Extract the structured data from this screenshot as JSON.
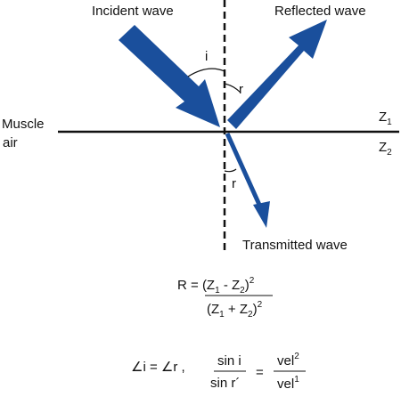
{
  "labels": {
    "incident": "Incident wave",
    "reflected": "Reflected wave",
    "transmitted": "Transmitted wave",
    "medium_top": "Muscle",
    "medium_bottom": "air",
    "z1": "Z",
    "z1_sub": "1",
    "z2": "Z",
    "z2_sub": "2",
    "angle_incident": "i",
    "angle_reflected": "r",
    "angle_refracted": "r"
  },
  "equation1": {
    "lhs": "R = ",
    "numerator": "(Z",
    "num_sub1": "1",
    "num_mid": " - Z",
    "num_sub2": "2",
    "num_close": ")",
    "num_exp": "2",
    "denominator": "(Z",
    "den_sub1": "1",
    "den_mid": " + Z",
    "den_sub2": "2",
    "den_close": ")",
    "den_exp": "2"
  },
  "equation2": {
    "angle_sym1": "∠",
    "i_eq": "i = ",
    "angle_sym2": "∠",
    "r_part": "r , ",
    "sin_i": "sin i",
    "sin_r": "sin r´",
    "equals": "=",
    "vel_top": "vel",
    "vel_top_sup": "2",
    "vel_bot": "vel",
    "vel_bot_sup": "1"
  },
  "colors": {
    "arrow": "#1a4f9c",
    "line": "#111111"
  }
}
